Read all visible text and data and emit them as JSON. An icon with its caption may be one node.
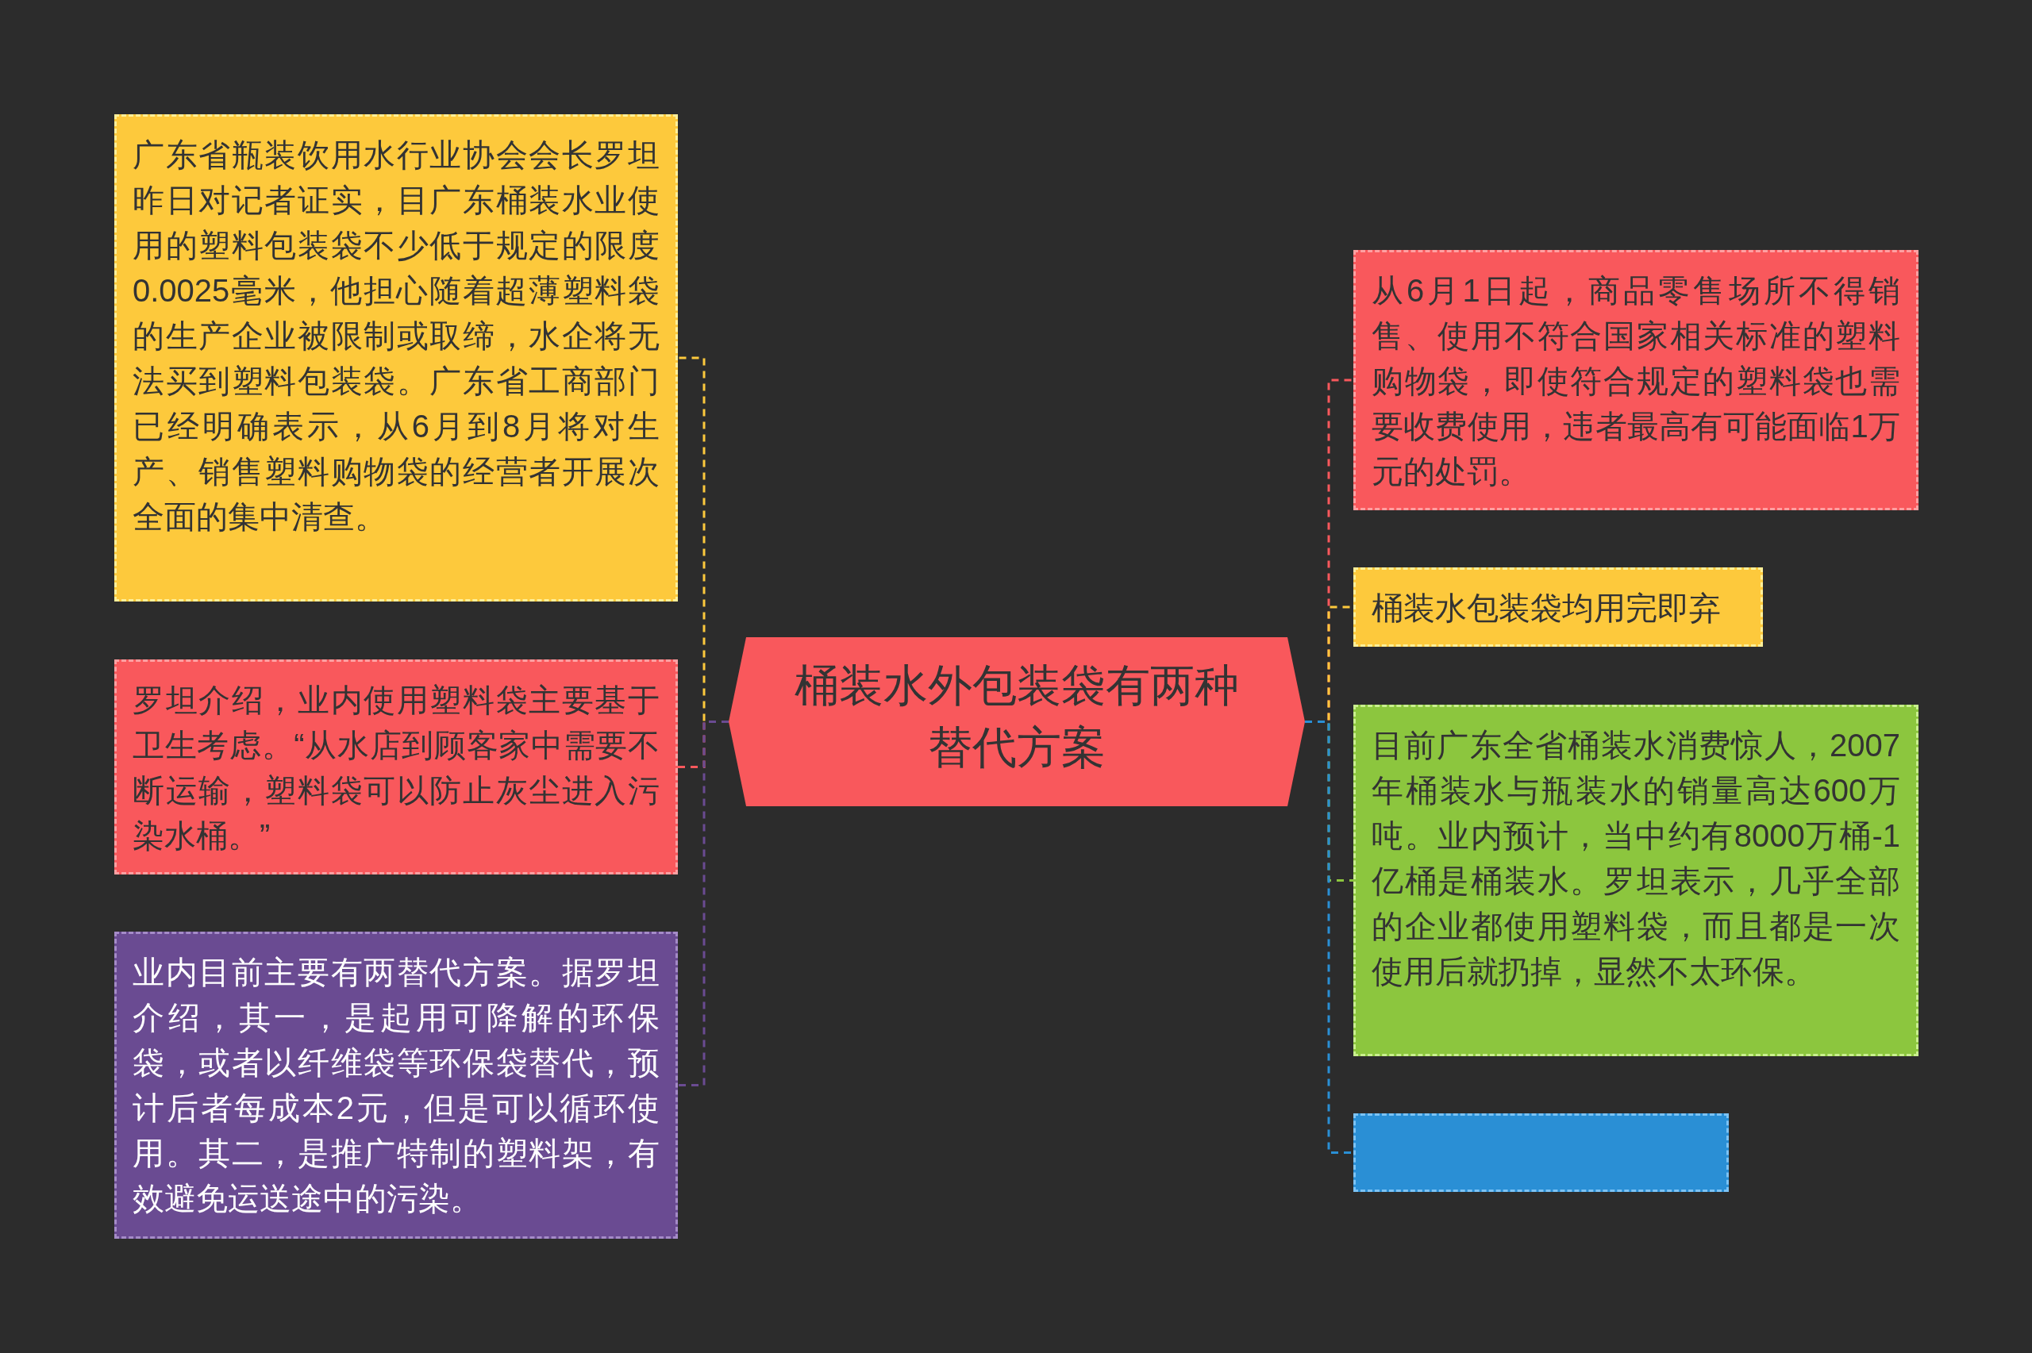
{
  "diagram": {
    "nodes": [
      {
        "text": [
          "桶装水外包装袋有两种替代方案"
        ]
      },
      {
        "text": [
          "广东省瓶装饮用水行业协会会长罗坦昨日对记者证实，目广东桶装水业使用的塑料包装袋不少低于规定的限度0.0025毫米，他担心随着超薄塑料袋的生产企业被限制或取缔，水企将无法买到塑料包装袋。广东省工商部门已经明确表示，从6月到8月将对生产、销售塑料购物袋的经营者开展次全面的集中清查。"
        ]
      },
      {
        "text": [
          "罗坦介绍，业内使用塑料袋主要基于卫生考虑。“从水店到顾客家中需要不断运输，塑料袋可以防止灰尘进入污染水桶。”"
        ]
      },
      {
        "text": [
          "业内目前主要有两替代方案。据罗坦介绍，其一，是起用可降解的环保袋，或者以纤维袋等环保袋替代，预计后者每成本2元，但是可以循环使用。其二，是推广特制的塑料架，有效避免运送途中的污染。"
        ]
      },
      {
        "text": [
          "从6月1日起，商品零售场所不得销售、使用不符合国家相关标准的塑料购物袋，即使符合规定的塑料袋也需要收费使用，违者最高有可能面临1万元的处罚。"
        ]
      },
      {
        "text": [
          "桶装水包装袋均用完即弃"
        ]
      },
      {
        "text": [
          "目前广东全省桶装水消费惊人，2007年桶装水与瓶装水的销量高达600万吨。业内预计，当中约有8000万桶-1亿桶是桶装水。罗坦表示，几乎全部的企业都使用塑料袋，而且都是一次使用后就扔掉，显然不太环保。"
        ]
      },
      {
        "text": [],
        "shape": "box"
      }
    ],
    "edges": [
      {
        "from": 0,
        "to": 1,
        "arrow": "none",
        "color": "#fdc93c"
      },
      {
        "from": 0,
        "to": 2,
        "arrow": "none",
        "color": "#f9585c"
      },
      {
        "from": 0,
        "to": 3,
        "arrow": "none",
        "color": "#6a4b92"
      },
      {
        "from": 0,
        "to": 4,
        "arrow": "none",
        "color": "#f9585c"
      },
      {
        "from": 0,
        "to": 5,
        "arrow": "none",
        "color": "#fdc93c"
      },
      {
        "from": 0,
        "to": 6,
        "arrow": "none",
        "color": "#8cc63e"
      },
      {
        "from": 0,
        "to": 7,
        "arrow": "none",
        "color": "#2a8fd5"
      }
    ]
  }
}
